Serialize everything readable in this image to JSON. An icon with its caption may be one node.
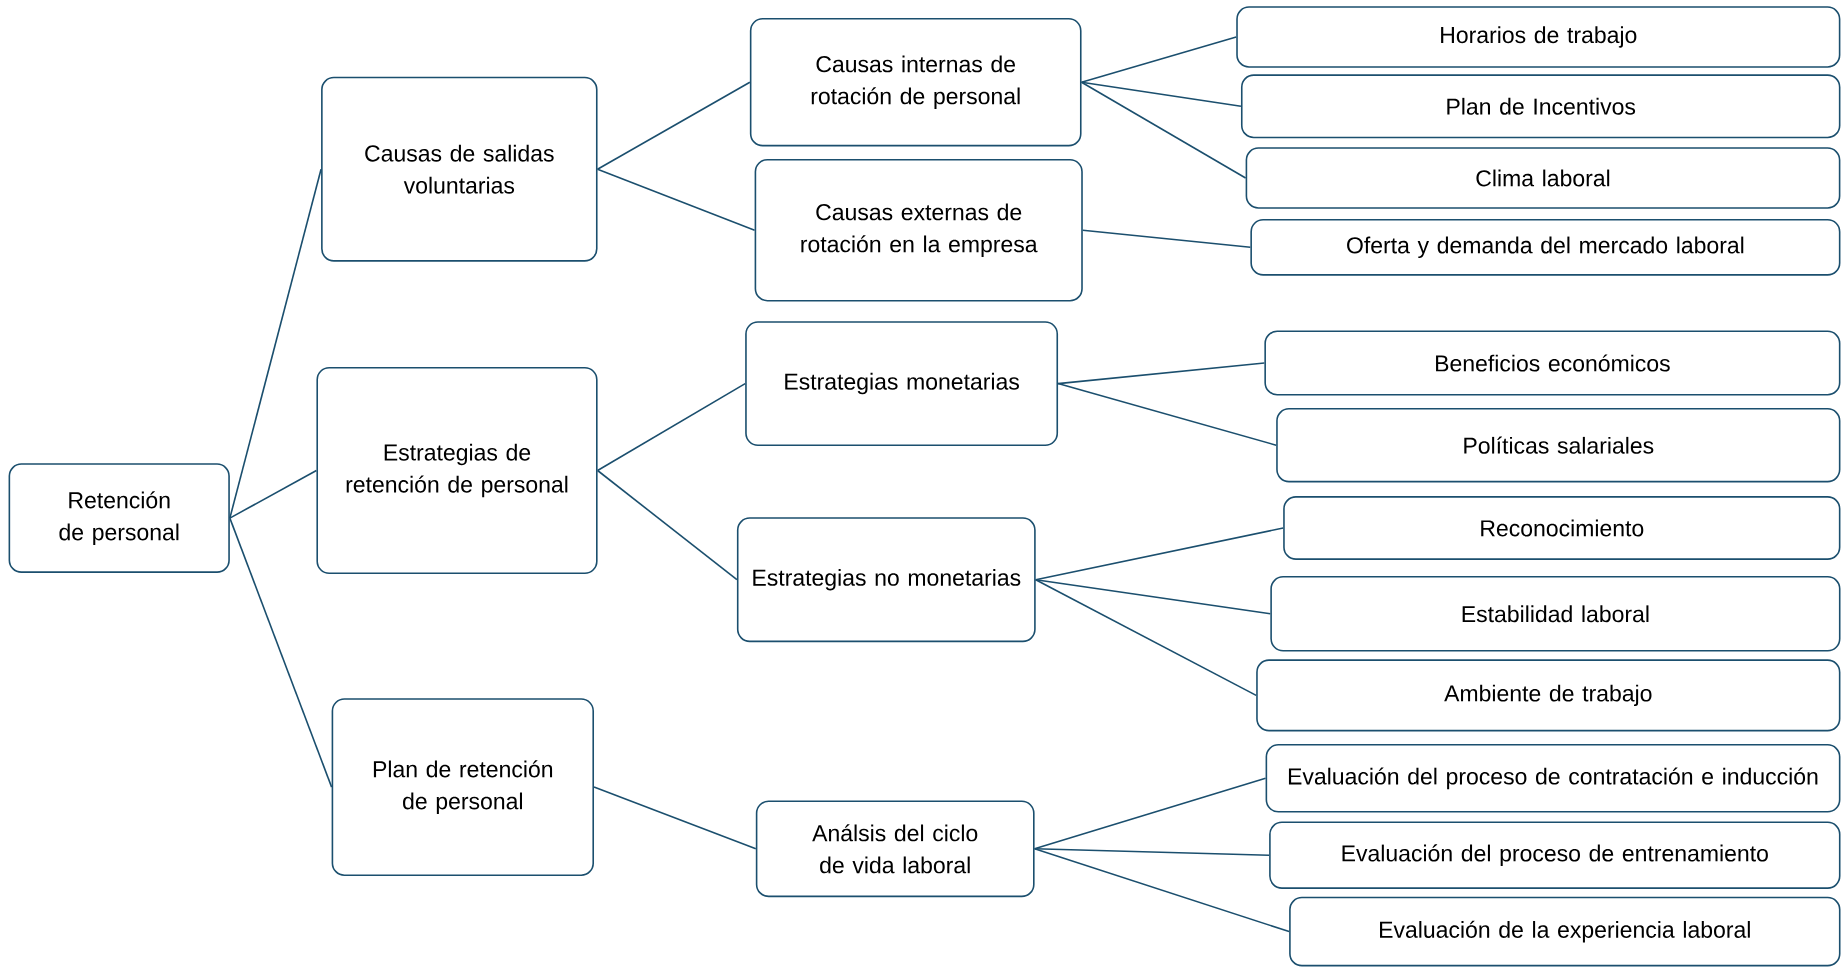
{
  "diagram": {
    "nodes": [
      {
        "text": [
          "Retención de personal"
        ]
      },
      {
        "text": [
          "Causas de salidas voluntarias"
        ]
      },
      {
        "text": [
          "Causas internas de rotación de personal"
        ]
      },
      {
        "text": [
          "Horarios de trabajo"
        ]
      },
      {
        "text": [
          "Plan de Incentivos"
        ]
      },
      {
        "text": [
          "Clima laboral"
        ]
      },
      {
        "text": [
          "Causas externas de rotación en la empresa"
        ]
      },
      {
        "text": [
          "Oferta y demanda del mercado laboral"
        ]
      },
      {
        "text": [
          "Estrategias de retención de personal"
        ]
      },
      {
        "text": [
          "Estrategias monetarias"
        ]
      },
      {
        "text": [
          "Beneficios económicos"
        ]
      },
      {
        "text": [
          "Políticas salariales"
        ]
      },
      {
        "text": [
          "Estrategias no monetarias"
        ]
      },
      {
        "text": [
          "Reconocimiento"
        ]
      },
      {
        "text": [
          "Estabilidad laboral"
        ]
      },
      {
        "text": [
          "Ambiente de trabajo"
        ]
      },
      {
        "text": [
          "Plan de retención de personal"
        ]
      },
      {
        "text": [
          "Análsis del ciclo de vida laboral"
        ]
      },
      {
        "text": [
          "Evaluación del proceso de contratación e inducción"
        ]
      },
      {
        "text": [
          "Evaluación del proceso de entrenamiento"
        ]
      },
      {
        "text": [
          "Evaluación de la experiencia laboral"
        ]
      }
    ],
    "edges": [
      {
        "from": 0,
        "to": 1,
        "arrow": "none"
      },
      {
        "from": 0,
        "to": 8,
        "arrow": "none"
      },
      {
        "from": 0,
        "to": 16,
        "arrow": "none"
      },
      {
        "from": 1,
        "to": 2,
        "arrow": "none"
      },
      {
        "from": 1,
        "to": 6,
        "arrow": "none"
      },
      {
        "from": 2,
        "to": 3,
        "arrow": "none"
      },
      {
        "from": 2,
        "to": 4,
        "arrow": "none"
      },
      {
        "from": 2,
        "to": 5,
        "arrow": "none"
      },
      {
        "from": 6,
        "to": 7,
        "arrow": "none"
      },
      {
        "from": 8,
        "to": 9,
        "arrow": "none"
      },
      {
        "from": 8,
        "to": 12,
        "arrow": "none"
      },
      {
        "from": 9,
        "to": 10,
        "arrow": "none"
      },
      {
        "from": 9,
        "to": 11,
        "arrow": "none"
      },
      {
        "from": 12,
        "to": 13,
        "arrow": "none"
      },
      {
        "from": 12,
        "to": 14,
        "arrow": "none"
      },
      {
        "from": 12,
        "to": 15,
        "arrow": "none"
      },
      {
        "from": 16,
        "to": 17,
        "arrow": "none"
      },
      {
        "from": 17,
        "to": 18,
        "arrow": "none"
      },
      {
        "from": 17,
        "to": 19,
        "arrow": "none"
      },
      {
        "from": 17,
        "to": 20,
        "arrow": "none"
      }
    ]
  }
}
